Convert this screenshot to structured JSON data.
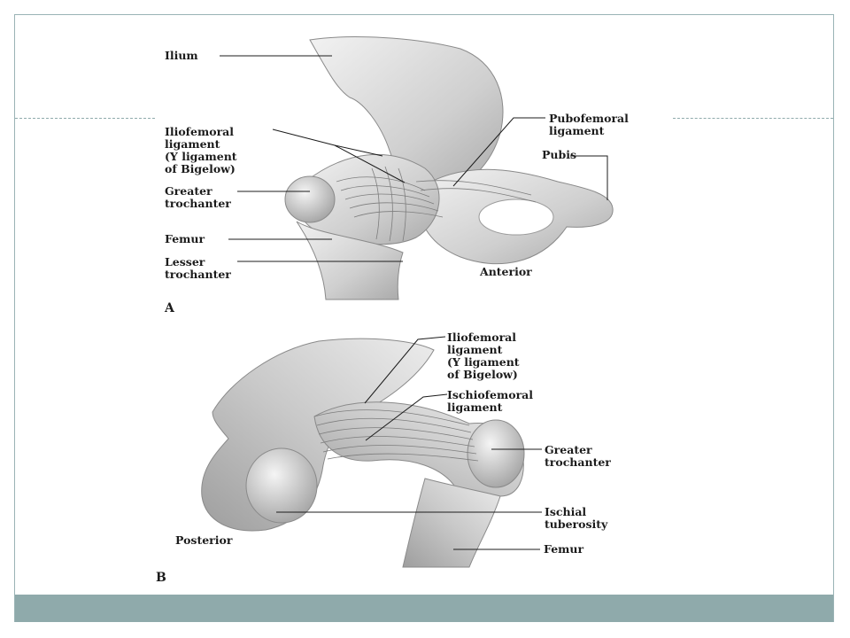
{
  "panel_a": {
    "letter": "A",
    "view": "Anterior",
    "labels": {
      "ilium": "Ilium",
      "iliofemoral": "Iliofemoral\nligament\n(Y ligament\nof Bigelow)",
      "greater_trochanter": "Greater\ntrochanter",
      "femur": "Femur",
      "lesser_trochanter": "Lesser\ntrochanter",
      "pubofemoral": "Pubofemoral\nligament",
      "pubis": "Pubis"
    }
  },
  "panel_b": {
    "letter": "B",
    "view": "Posterior",
    "labels": {
      "iliofemoral": "Iliofemoral\nligament\n(Y ligament\nof Bigelow)",
      "ischiofemoral": "Ischiofemoral\nligament",
      "greater_trochanter": "Greater\ntrochanter",
      "ischial_tuberosity": "Ischial\ntuberosity",
      "femur": "Femur"
    }
  },
  "colors": {
    "footer": "#8faaab",
    "frame": "#9ab3b5",
    "ink": "#1c1c1c"
  }
}
